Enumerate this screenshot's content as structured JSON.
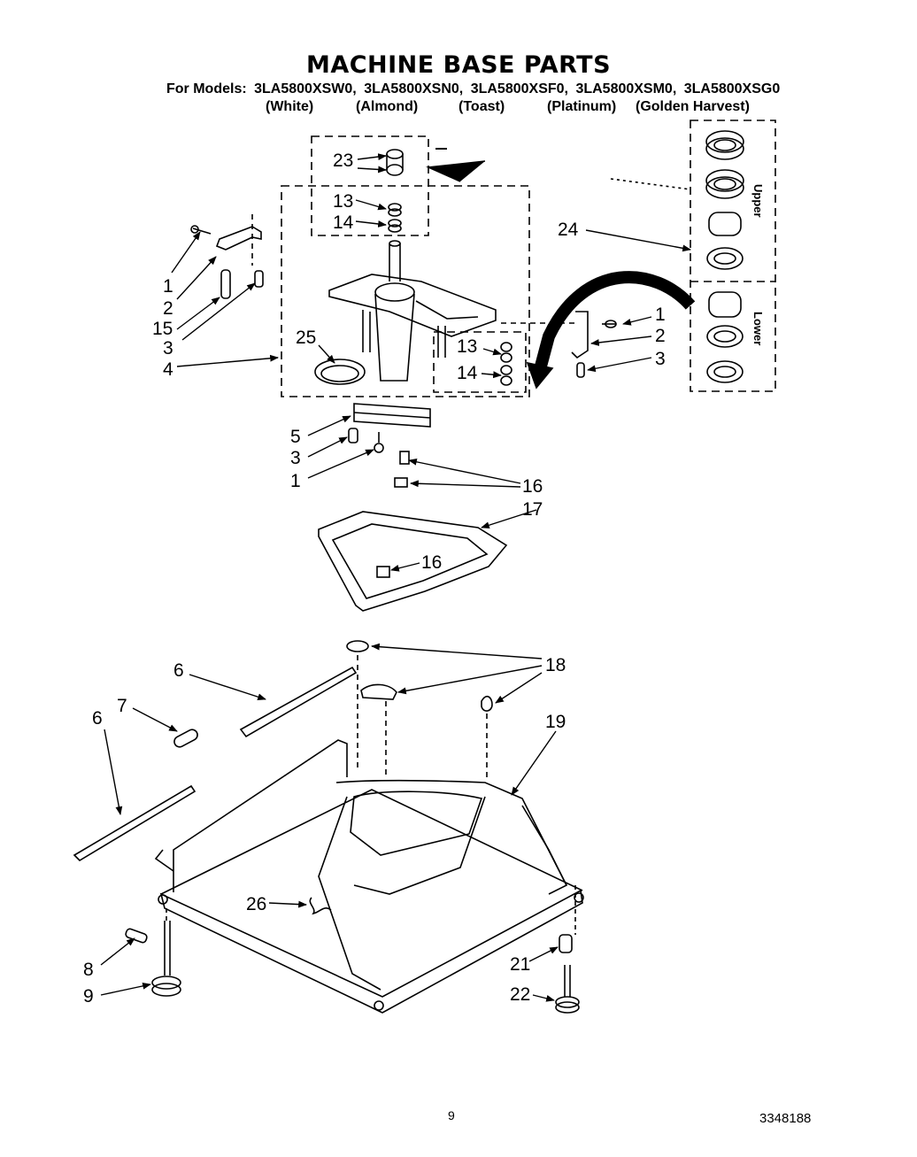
{
  "header": {
    "title": "MACHINE BASE PARTS",
    "for_models_label": "For Models:",
    "models": [
      "3LA5800XSW0,",
      "3LA5800XSN0,",
      "3LA5800XSF0,",
      "3LA5800XSM0,",
      "3LA5800XSG0"
    ],
    "colors": [
      "(White)",
      "(Almond)",
      "(Toast)",
      "(Platinum)",
      "(Golden Harvest)"
    ]
  },
  "bearing_box": {
    "upper_label": "Upper",
    "lower_label": "Lower"
  },
  "callouts": {
    "c23": "23",
    "c13a": "13",
    "c14a": "14",
    "c24": "24",
    "c1a": "1",
    "c2a": "2",
    "c15": "15",
    "c3a": "3",
    "c4": "4",
    "c25": "25",
    "c13b": "13",
    "c14b": "14",
    "c1b": "1",
    "c2b": "2",
    "c3b": "3",
    "c5": "5",
    "c3c": "3",
    "c1c": "1",
    "c16a": "16",
    "c17": "17",
    "c16b": "16",
    "c6a": "6",
    "c7": "7",
    "c6b": "6",
    "c18": "18",
    "c19": "19",
    "c26": "26",
    "c8": "8",
    "c9": "9",
    "c21": "21",
    "c22": "22"
  },
  "footer": {
    "page_number": "9",
    "doc_number": "3348188"
  }
}
